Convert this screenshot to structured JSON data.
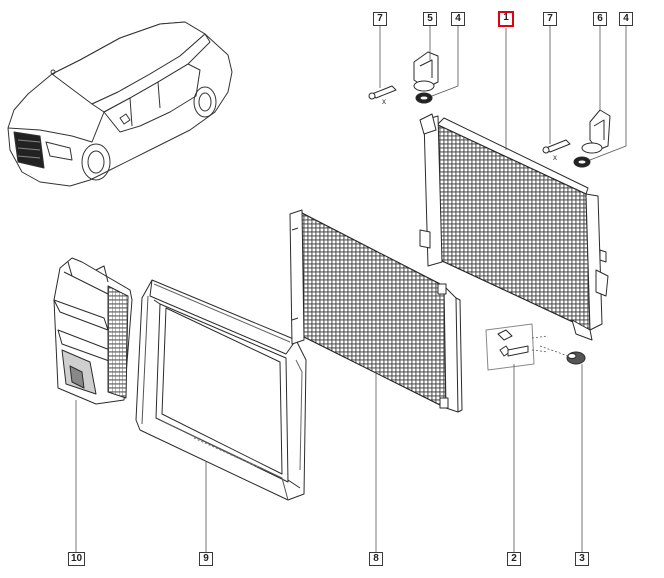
{
  "diagram": {
    "callouts": [
      {
        "id": "7",
        "label": "7"
      },
      {
        "id": "5",
        "label": "5"
      },
      {
        "id": "4",
        "label": "4"
      },
      {
        "id": "1",
        "label": "1",
        "highlight": true,
        "highlight_color": "#e3000f"
      },
      {
        "id": "7b",
        "label": "7"
      },
      {
        "id": "6",
        "label": "6"
      },
      {
        "id": "4b",
        "label": "4"
      },
      {
        "id": "10",
        "label": "10"
      },
      {
        "id": "9",
        "label": "9"
      },
      {
        "id": "8",
        "label": "8"
      },
      {
        "id": "2",
        "label": "2"
      },
      {
        "id": "3",
        "label": "3"
      }
    ],
    "marks": {
      "x1": "x",
      "x2": "x"
    },
    "colors": {
      "line": "#2b2b2b",
      "leader": "#555555",
      "highlight": "#e3000f"
    },
    "parts_shown": [
      "car-icon",
      "radiator",
      "condenser",
      "fan-shroud",
      "air-deflector",
      "bracket",
      "bolt"
    ]
  }
}
